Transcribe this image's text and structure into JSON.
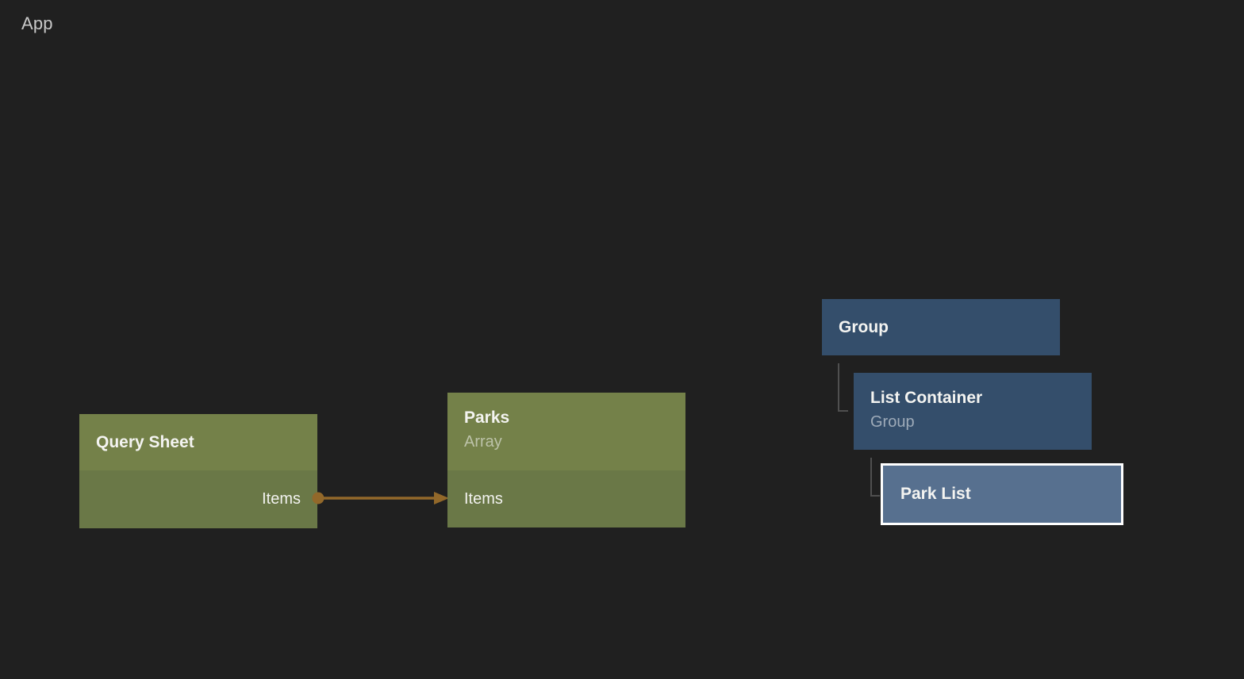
{
  "app": {
    "label": "App"
  },
  "palette": {
    "background": "#202020",
    "green_node_header": "#748149",
    "green_node_body": "#6a7847",
    "blue_node": "#344e6b",
    "selected_node_fill": "#57708f",
    "selected_node_border": "#ffffff",
    "edge_color": "#92682a",
    "tree_line_color": "#4f4f4f",
    "title_text": "#f4f4f1",
    "subtitle_text": "rgba(255,255,255,0.52)"
  },
  "flow": {
    "nodes": [
      {
        "id": "query-sheet",
        "title": "Query Sheet",
        "ports": [
          {
            "name": "Items",
            "direction": "output"
          }
        ]
      },
      {
        "id": "parks",
        "title": "Parks",
        "subtitle": "Array",
        "ports": [
          {
            "name": "Items",
            "direction": "input"
          }
        ]
      }
    ],
    "edges": [
      {
        "from": "Query Sheet / Items",
        "to": "Parks / Items"
      }
    ]
  },
  "tree": {
    "nodes": [
      {
        "id": "group",
        "title": "Group",
        "selected": false
      },
      {
        "id": "list-container",
        "title": "List Container",
        "subtitle": "Group",
        "selected": false
      },
      {
        "id": "park-list",
        "title": "Park List",
        "selected": true
      }
    ]
  }
}
